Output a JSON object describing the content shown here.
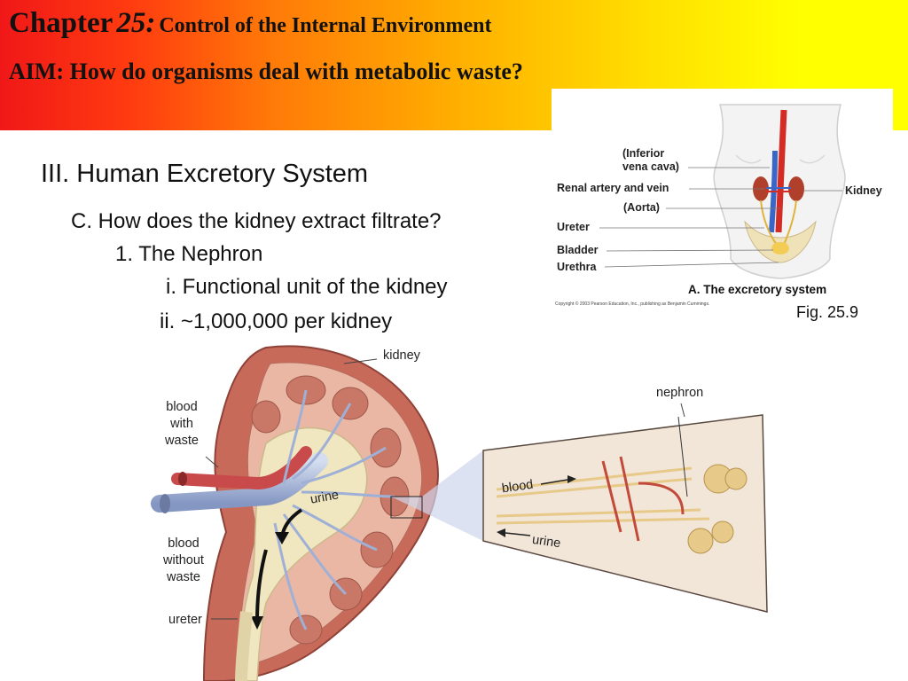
{
  "header": {
    "chapter_word": "Chapter",
    "chapter_number": "25:",
    "chapter_subtitle": "Control of the Internal Environment",
    "aim": "AIM: How do organisms deal with metabolic waste?"
  },
  "outline": {
    "heading": "III. Human Excretory System",
    "question": "C. How does the kidney extract filtrate?",
    "item": "1. The Nephron",
    "point_1": "i. Functional unit of the kidney",
    "point_2": "ii. ~1,000,000 per kidney"
  },
  "figure": {
    "labels": {
      "inferior_vena_cava_1": "(Inferior",
      "inferior_vena_cava_2": "vena cava)",
      "renal_artery_vein": "Renal artery and vein",
      "aorta": "(Aorta)",
      "ureter": "Ureter",
      "bladder": "Bladder",
      "urethra": "Urethra",
      "kidney": "Kidney"
    },
    "caption": "A. The excretory system",
    "copyright": "Copyright © 2003 Pearson Education, Inc., publishing as Benjamin Cummings.",
    "fig_number": "Fig. 25.9"
  },
  "kidney_diagram": {
    "kidney": "kidney",
    "blood_with_waste": "blood with waste",
    "blood_without_waste": "blood without waste",
    "ureter": "ureter",
    "urine": "urine",
    "nephron": "nephron",
    "blood": "blood",
    "urine_out": "urine"
  },
  "colors": {
    "banner_start": "#f01818",
    "banner_end": "#ffff00",
    "kidney_tissue": "#c86a5a",
    "vein_blue": "#8fa3c8",
    "artery_red": "#c84a4a",
    "pelvis_cream": "#f0e6c0"
  }
}
